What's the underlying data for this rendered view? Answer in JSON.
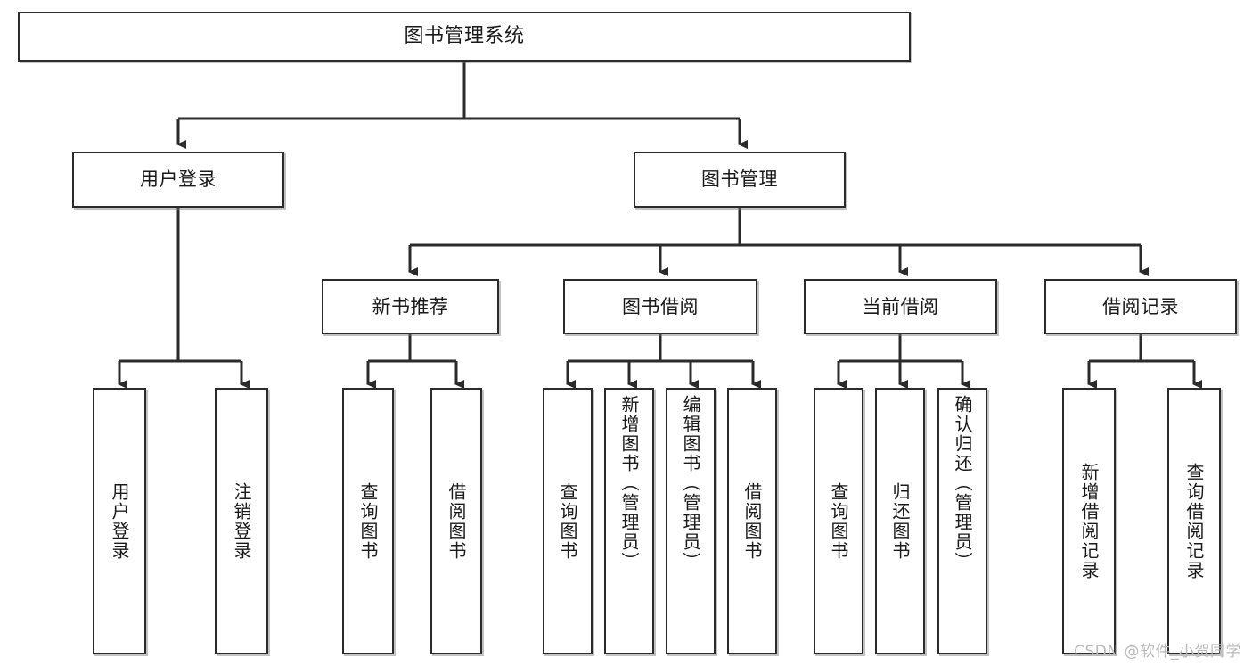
{
  "diagram": {
    "title": "图书管理系统",
    "type": "tree-hierarchy-chart",
    "root": {
      "label": "图书管理系统"
    },
    "level2": [
      {
        "label": "用户登录"
      },
      {
        "label": "图书管理"
      }
    ],
    "level3": [
      {
        "label": "新书推荐"
      },
      {
        "label": "图书借阅"
      },
      {
        "label": "当前借阅"
      },
      {
        "label": "借阅记录"
      }
    ],
    "leaves": {
      "user_login": [
        {
          "label": "用户登录"
        },
        {
          "label": "注销登录"
        }
      ],
      "new_book_recommend": [
        {
          "label": "查询图书"
        },
        {
          "label": "借阅图书"
        }
      ],
      "book_borrow": [
        {
          "label": "查询图书"
        },
        {
          "label": "新增图书（管理员）"
        },
        {
          "label": "编辑图书（管理员）"
        },
        {
          "label": "借阅图书"
        }
      ],
      "current_borrow": [
        {
          "label": "查询图书"
        },
        {
          "label": "归还图书"
        },
        {
          "label": "确认归还（管理员）"
        }
      ],
      "borrow_record": [
        {
          "label": "新增借阅记录"
        },
        {
          "label": "查询借阅记录"
        }
      ]
    }
  },
  "watermark": {
    "text": "CSDN @软件_小贺同学"
  },
  "colors": {
    "box_border": "#2b2b2b",
    "box_fill": "#ffffff",
    "connector": "#2b2b2b",
    "text": "#1a1a1a",
    "watermark": "#b9b9b9",
    "background": "#ffffff"
  }
}
